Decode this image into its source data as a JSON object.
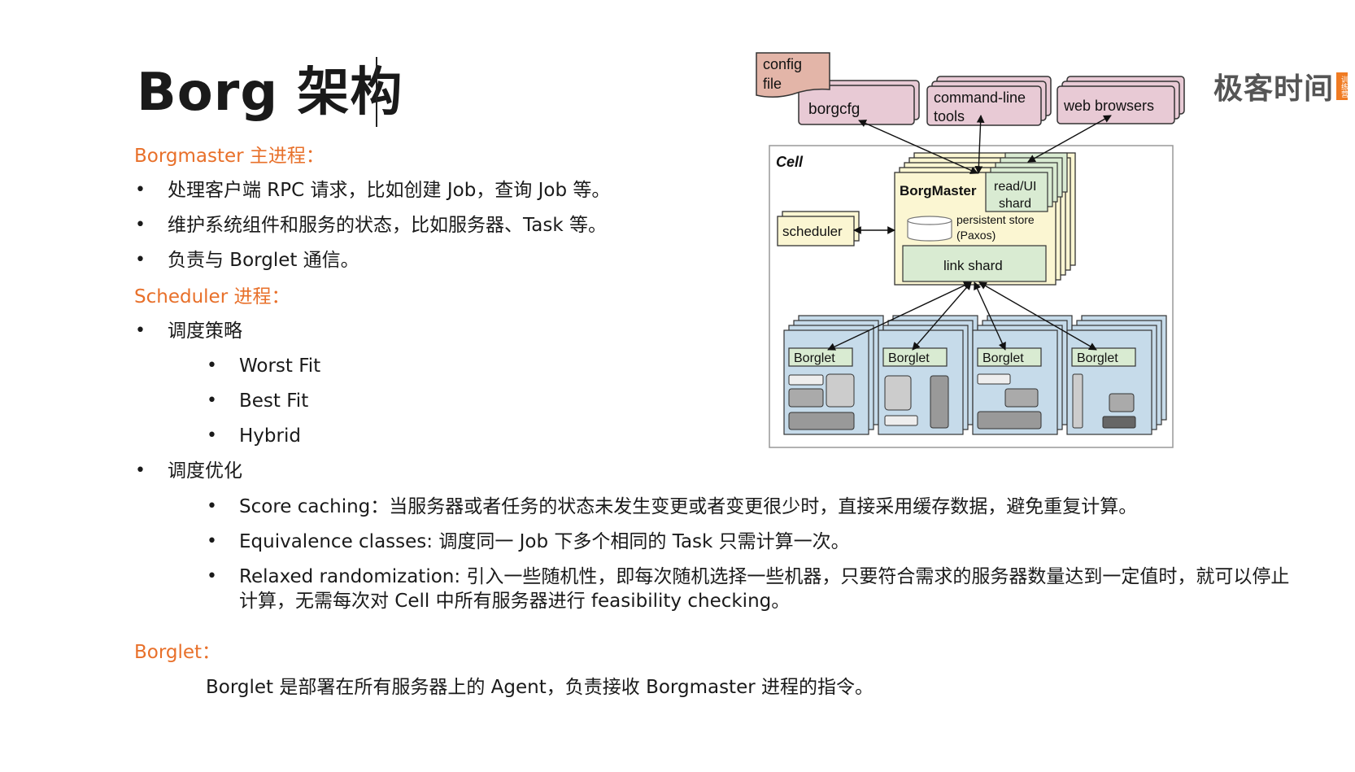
{
  "title": "Borg 架构",
  "logo": {
    "text": "极客时间",
    "badge": "训练营"
  },
  "sections": {
    "borgmaster": {
      "heading": "Borgmaster 主进程：",
      "items": [
        "处理客户端 RPC 请求，比如创建 Job，查询 Job 等。",
        "维护系统组件和服务的状态，比如服务器、Task 等。",
        "负责与 Borglet 通信。"
      ]
    },
    "scheduler": {
      "heading": "Scheduler 进程：",
      "strategy": {
        "label": "调度策略",
        "items": [
          "Worst Fit",
          "Best Fit",
          "Hybrid"
        ]
      },
      "optimization": {
        "label": "调度优化",
        "items": [
          "Score caching：当服务器或者任务的状态未发生变更或者变更很少时，直接采用缓存数据，避免重复计算。",
          "Equivalence classes: 调度同一 Job 下多个相同的 Task 只需计算一次。",
          "Relaxed randomization: 引入一些随机性，即每次随机选择一些机器，只要符合需求的服务器数量达到一定值时，就可以停止计算，无需每次对 Cell 中所有服务器进行 feasibility checking。"
        ]
      }
    },
    "borglet": {
      "heading": "Borglet：",
      "text": "Borglet 是部署在所有服务器上的 Agent，负责接收 Borgmaster 进程的指令。"
    }
  },
  "diagram": {
    "config_file_line1": "config",
    "config_file_line2": "file",
    "borgcfg": "borgcfg",
    "cli_line1": "command-line",
    "cli_line2": "tools",
    "web": "web browsers",
    "cell": "Cell",
    "borgmaster": "BorgMaster",
    "readui_line1": "read/UI",
    "readui_line2": "shard",
    "persistent_line1": "persistent store",
    "persistent_line2": "(Paxos)",
    "link_shard": "link shard",
    "scheduler": "scheduler",
    "borglet": "Borglet",
    "colors": {
      "pink": "#e8cad5",
      "salmon": "#e3b5a8",
      "cream": "#fbf6d2",
      "green": "#d9ebd2",
      "blue": "#c6dbea",
      "gray": "#aaaaaa"
    }
  }
}
